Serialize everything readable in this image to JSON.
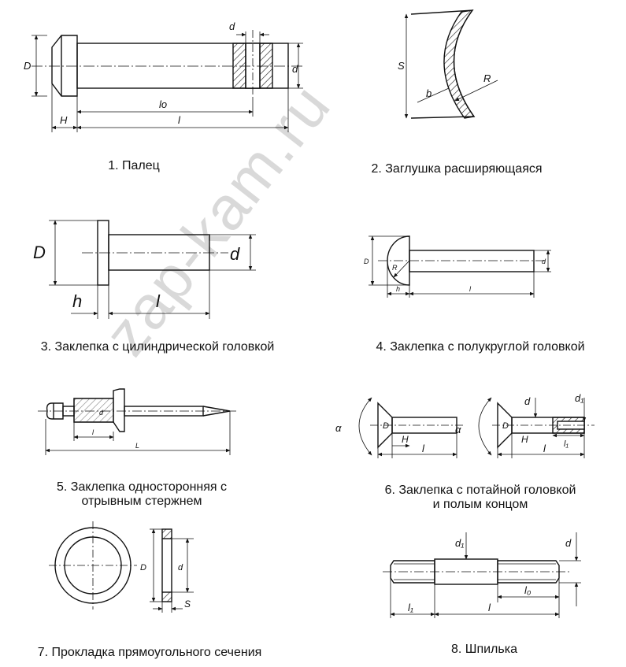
{
  "watermark": "zap-kam.ru",
  "items": [
    {
      "caption": "1. Палец",
      "labels": {
        "D": "D",
        "H": "H",
        "lo": "lo",
        "l": "l",
        "d": "d"
      }
    },
    {
      "caption": "2. Заглушка расширяющаяся",
      "labels": {
        "S": "S",
        "b": "b",
        "R": "R"
      }
    },
    {
      "caption": "3. Заклепка с цилиндрической головкой",
      "labels": {
        "D": "D",
        "d": "d",
        "h": "h",
        "l": "l"
      }
    },
    {
      "caption": "4. Заклепка с полукруглой головкой",
      "labels": {
        "D": "D",
        "R": "R",
        "h": "h",
        "l": "l",
        "d": "d"
      }
    },
    {
      "caption_line1": "5. Заклепка односторонняя с",
      "caption_line2": "отрывным стержнем",
      "labels": {
        "d": "d",
        "l": "l",
        "L": "L"
      }
    },
    {
      "caption_line1": "6. Заклепка с потайной головкой",
      "caption_line2": "и полым концом",
      "labels": {
        "alpha": "α",
        "D": "D",
        "H": "H",
        "l": "l",
        "d": "d",
        "d1": "d₁",
        "l1": "l₁"
      }
    },
    {
      "caption": "7. Прокладка прямоугольного сечения",
      "labels": {
        "D": "D",
        "d": "d",
        "S": "S"
      }
    },
    {
      "caption": "8. Шпилька",
      "labels": {
        "d1": "d₁",
        "d": "d",
        "l1": "l₁",
        "l": "l",
        "lo": "l₀"
      }
    }
  ]
}
